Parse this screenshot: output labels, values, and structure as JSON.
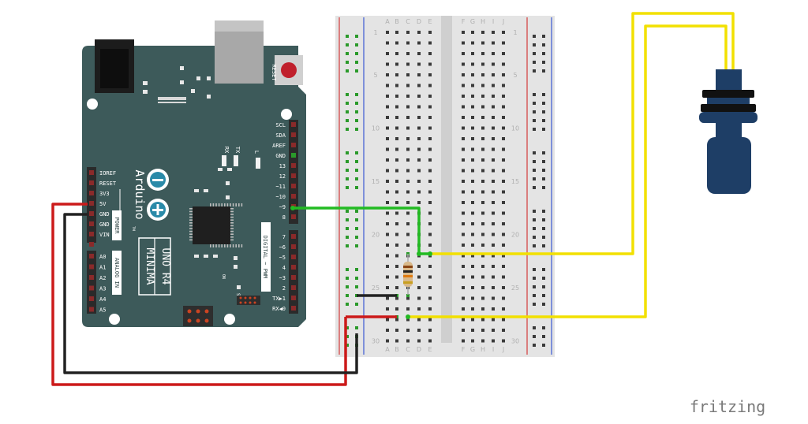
{
  "watermark": "fritzing",
  "arduino": {
    "reset_label": "RESET",
    "logo_text": "Arduino",
    "trademark": "TM",
    "model_line1": "UNO R4",
    "model_line2": "MINIMA",
    "power_section": "POWER",
    "analog_section": "ANALOG IN",
    "digital_section": "DIGITAL ~ PWM",
    "swd_label": "SWD",
    "on_label": "ON",
    "rx_label": "RX",
    "tx_label": "TX",
    "l_label": "L",
    "power_pins": [
      "IOREF",
      "RESET",
      "3V3",
      "5V",
      "GND",
      "GND",
      "VIN"
    ],
    "analog_pins": [
      "A0",
      "A1",
      "A2",
      "A3",
      "A4",
      "A5"
    ],
    "digital_upper": [
      "SCL",
      "SDA",
      "AREF",
      "GND",
      "13",
      "12",
      "~11",
      "~10",
      "~9",
      "8"
    ],
    "digital_lower": [
      "7",
      "~6",
      "~5",
      "4",
      "~3",
      "2",
      "TX▶1",
      "RX◀0"
    ]
  },
  "breadboard": {
    "columns_left": [
      "A",
      "B",
      "C",
      "D",
      "E"
    ],
    "columns_right": [
      "F",
      "G",
      "H",
      "I",
      "J"
    ],
    "row_numbers": [
      "1",
      "5",
      "10",
      "15",
      "20",
      "25",
      "30"
    ]
  },
  "wire_colors": {
    "red": "#cc1a1a",
    "black": "#222222",
    "green": "#22bb22",
    "yellow": "#f2e000"
  }
}
